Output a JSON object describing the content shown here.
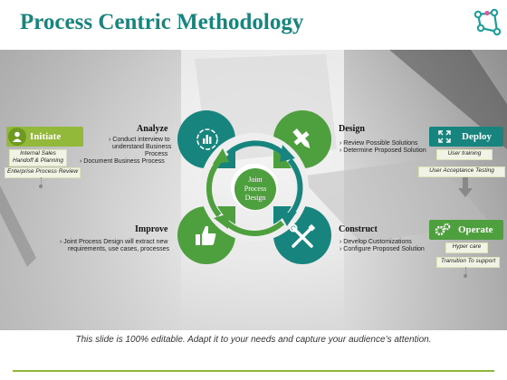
{
  "title": "Process Centric Methodology",
  "colors": {
    "teal": "#17857e",
    "green": "#4e9f3d",
    "lime": "#93b93a"
  },
  "center": {
    "line1": "Joint",
    "line2": "Process",
    "line3": "Design"
  },
  "steps": {
    "analyze": {
      "title": "Analyze",
      "icon": "bar-chart-icon",
      "bullets": [
        "Conduct interview to",
        "understand Business",
        "Process",
        "Document Business Process"
      ]
    },
    "design": {
      "title": "Design",
      "icon": "pen-tool-icon",
      "bullets": [
        "Review Possible Solutions",
        "Determine Proposed Solution"
      ]
    },
    "improve": {
      "title": "Improve",
      "icon": "thumbs-up-icon",
      "bullets": [
        "Joint Process Design will extract new",
        "requirements, use cases, processes"
      ]
    },
    "construct": {
      "title": "Construct",
      "icon": "tools-icon",
      "bullets": [
        "Develop Customizations",
        "Configure Proposed Solution"
      ]
    }
  },
  "phases": {
    "initiate": {
      "label": "Initiate",
      "icon": "person-icon",
      "notes": [
        "Internal Sales",
        "Handoff & Planning",
        "Enterprise Process Review"
      ]
    },
    "deploy": {
      "label": "Deploy",
      "icon": "expand-icon",
      "notes": [
        "User training",
        "User Acceptance Testing"
      ]
    },
    "operate": {
      "label": "Operate",
      "icon": "gears-icon",
      "notes": [
        "Hyper care",
        "Transition To support"
      ]
    }
  },
  "footer": "This slide is 100% editable. Adapt it to your needs and capture your audience’s attention."
}
